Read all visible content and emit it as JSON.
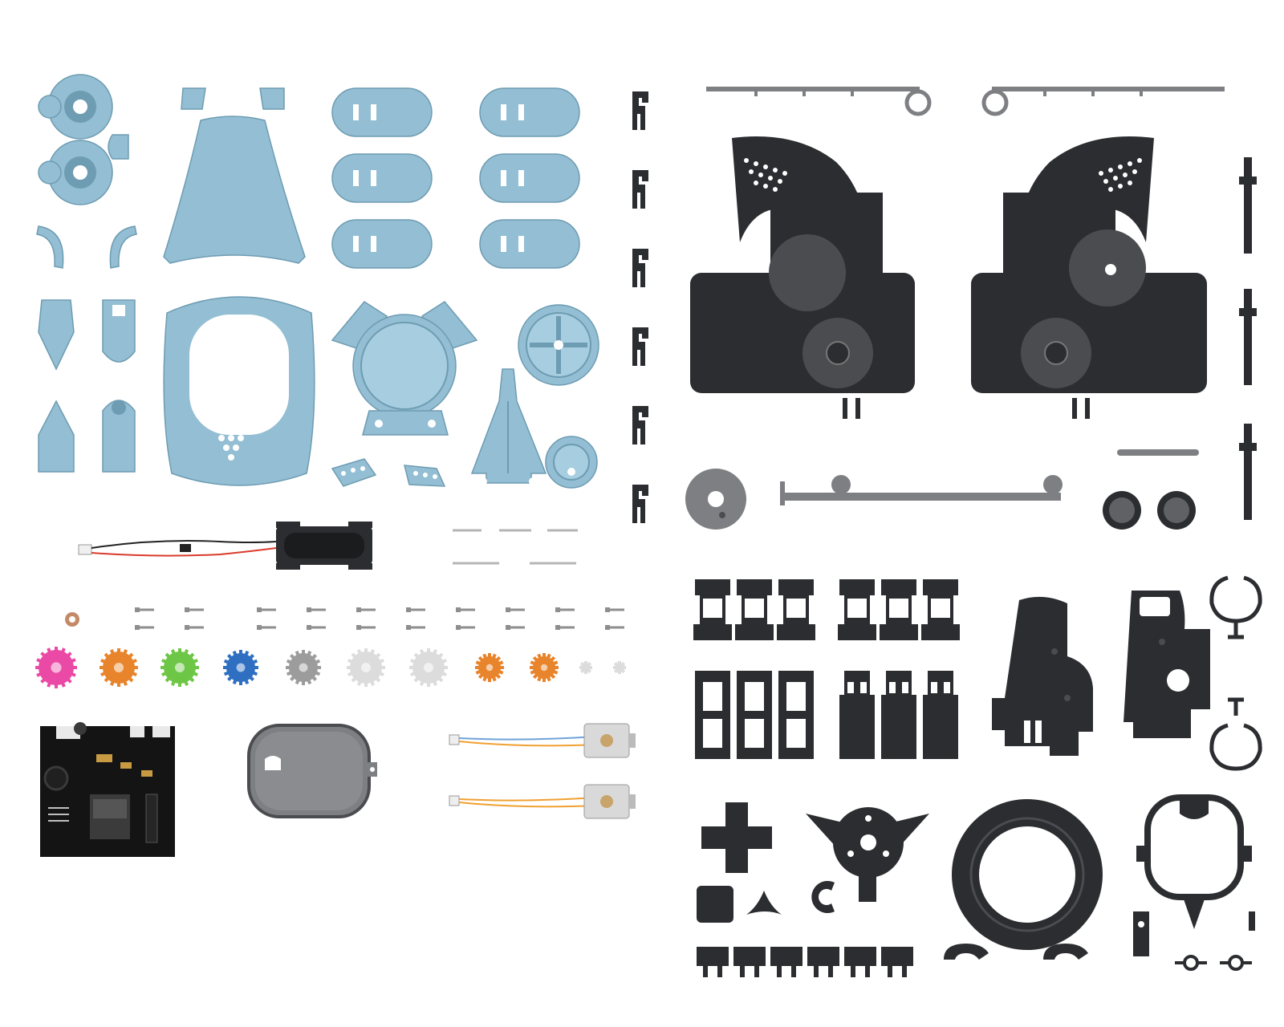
{
  "colors": {
    "background": "#ffffff",
    "blue_plastic": "#93bed3",
    "blue_plastic_dark": "#6e9cb2",
    "dark_plastic": "#2b2d30",
    "dark_plastic_light": "#4a4c50",
    "gray_plastic": "#7d7f82",
    "gray_plastic_light": "#a9abad",
    "pcb": "#141414",
    "wire_red": "#d93b2b",
    "wire_black": "#222222",
    "wire_blue": "#6fa3d8",
    "wire_orange": "#f0a030",
    "gear_magenta": "#ea4aa5",
    "gear_orange": "#e8842c",
    "gear_green": "#6ec646",
    "gear_blue": "#2f6fc2",
    "gear_gray": "#9c9c9c",
    "gear_white": "#dcdcdc",
    "screw": "#8e8e8e"
  },
  "groups": [
    {
      "name": "blue-shell-parts",
      "icon": "shell-part-icon"
    },
    {
      "name": "dark-body-housings",
      "icon": "servo-housing-icon"
    },
    {
      "name": "battery-holder",
      "icon": "battery-icon"
    },
    {
      "name": "screws",
      "icon": "screw-icon"
    },
    {
      "name": "gears",
      "icon": "gear-icon"
    },
    {
      "name": "control-board",
      "icon": "circuit-board-icon"
    },
    {
      "name": "motors",
      "icon": "motor-icon"
    },
    {
      "name": "dark-brackets",
      "icon": "bracket-icon"
    }
  ]
}
